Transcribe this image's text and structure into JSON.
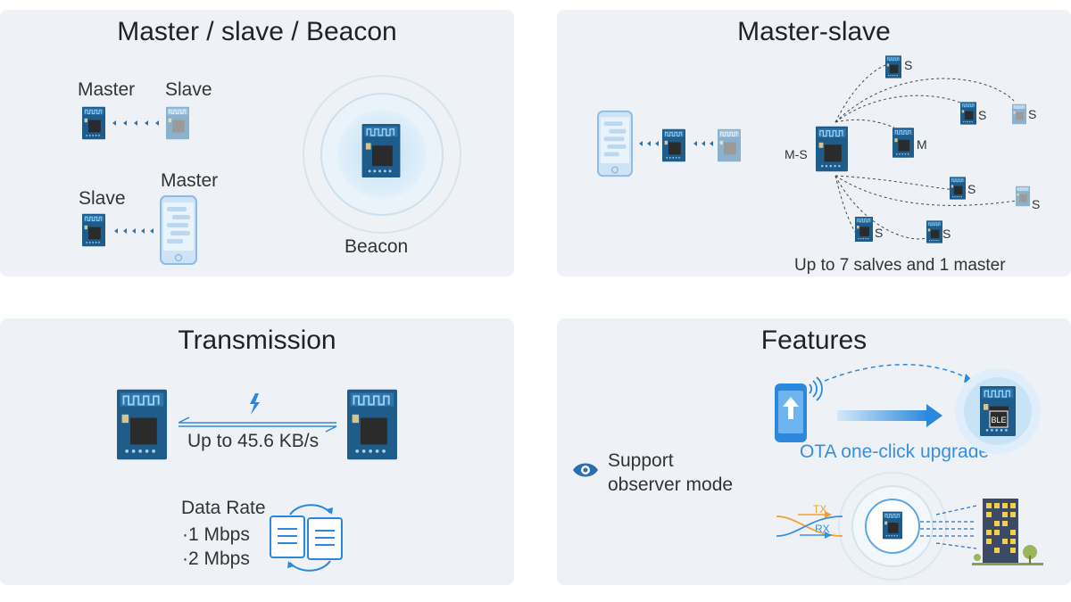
{
  "panels": {
    "mode": {
      "title": "Master / slave / Beacon",
      "master_label_1": "Master",
      "slave_label_1": "Slave",
      "slave_label_2": "Slave",
      "master_label_2": "Master",
      "beacon_label": "Beacon"
    },
    "master_slave": {
      "title": "Master-slave",
      "ms_label": "M-S",
      "m_label": "M",
      "s_labels": [
        "S",
        "S",
        "S",
        "S",
        "S",
        "S",
        "S"
      ],
      "caption": "Up to 7 salves and 1 master"
    },
    "transmission": {
      "title": "Transmission",
      "speed": "Up to 45.6 KB/s",
      "rate_title": "Data Rate",
      "rates": [
        "·1 Mbps",
        "·2 Mbps"
      ]
    },
    "features": {
      "title": "Features",
      "observer": [
        "Support",
        "observer mode"
      ],
      "ota": "OTA one-click upgrade",
      "tx": "TX",
      "rx": "RX",
      "chip_text": "BLE"
    }
  },
  "colors": {
    "panel_bg": "#eef2f6",
    "module_blue": "#1f5c8a",
    "accent_blue": "#3a8ee0",
    "tx_orange": "#f0a030",
    "rx_blue": "#3a8ee0"
  },
  "icons": [
    "phone-icon",
    "module-icon",
    "lightning-icon",
    "document-icon",
    "eye-icon",
    "building-icon",
    "wifi-icon",
    "upload-icon"
  ]
}
